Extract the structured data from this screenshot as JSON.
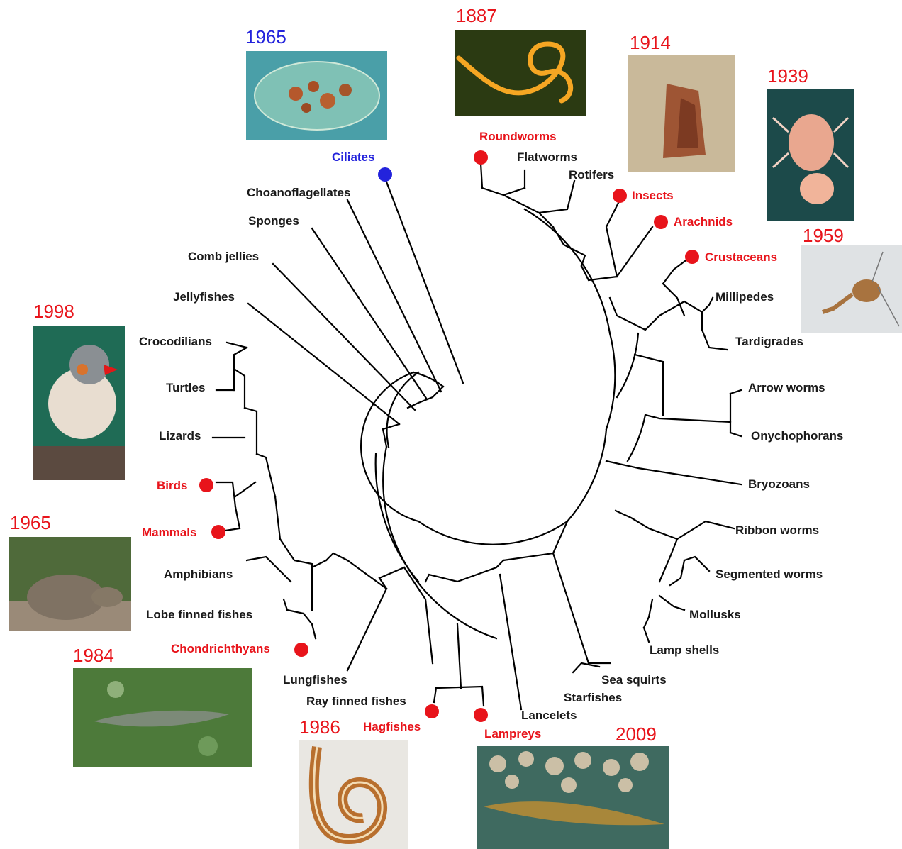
{
  "leaves": {
    "ciliates": "Ciliates",
    "choanoflagellates": "Choanoflagellates",
    "sponges": "Sponges",
    "comb_jellies": "Comb jellies",
    "jellyfishes": "Jellyfishes",
    "crocodilians": "Crocodilians",
    "turtles": "Turtles",
    "lizards": "Lizards",
    "birds": "Birds",
    "mammals": "Mammals",
    "amphibians": "Amphibians",
    "lobe_finned_fishes": "Lobe finned fishes",
    "chondrichthyans": "Chondrichthyans",
    "lungfishes": "Lungfishes",
    "ray_finned_fishes": "Ray finned fishes",
    "hagfishes": "Hagfishes",
    "lampreys": "Lampreys",
    "lancelets": "Lancelets",
    "starfishes": "Starfishes",
    "sea_squirts": "Sea squirts",
    "lamp_shells": "Lamp shells",
    "mollusks": "Mollusks",
    "segmented_worms": "Segmented worms",
    "ribbon_worms": "Ribbon worms",
    "bryozoans": "Bryozoans",
    "onychophorans": "Onychophorans",
    "arrow_worms": "Arrow worms",
    "tardigrades": "Tardigrades",
    "millipedes": "Millipedes",
    "crustaceans": "Crustaceans",
    "arachnids": "Arachnids",
    "insects": "Insects",
    "rotifers": "Rotifers",
    "flatworms": "Flatworms",
    "roundworms": "Roundworms"
  },
  "years": {
    "ciliate": "1965",
    "roundworm": "1887",
    "moth": "1914",
    "mite": "1939",
    "copepod": "1959",
    "finch": "1998",
    "rodent": "1965",
    "ratfish": "1984",
    "hagfish": "1986",
    "lamprey": "2009"
  },
  "colors": {
    "highlight_red": "#e8141b",
    "highlight_blue": "#2323dc",
    "label_black": "#1a1a1a",
    "branch": "#000000"
  },
  "icons": {
    "red_marker": "filled-circle",
    "blue_marker": "filled-circle"
  }
}
